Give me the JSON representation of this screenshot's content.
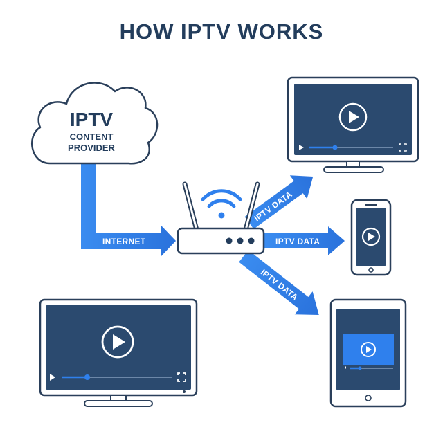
{
  "title": "HOW IPTV WORKS",
  "provider": {
    "line1": "IPTV",
    "line2": "CONTENT",
    "line3": "PROVIDER"
  },
  "flows": {
    "internet": "INTERNET",
    "to_tv": "IPTV DATA",
    "to_phone": "IPTV DATA",
    "to_tablet": "IPTV DATA"
  },
  "colors": {
    "navy": "#233d5c",
    "accent_blue": "#2f80ed",
    "screen": "#2b4a6f",
    "stroke": "#2a3f5a"
  },
  "icons": [
    "cloud-icon",
    "router-icon",
    "wifi-icon",
    "tv-icon",
    "smartphone-icon",
    "tablet-icon",
    "play-icon",
    "fullscreen-icon"
  ]
}
